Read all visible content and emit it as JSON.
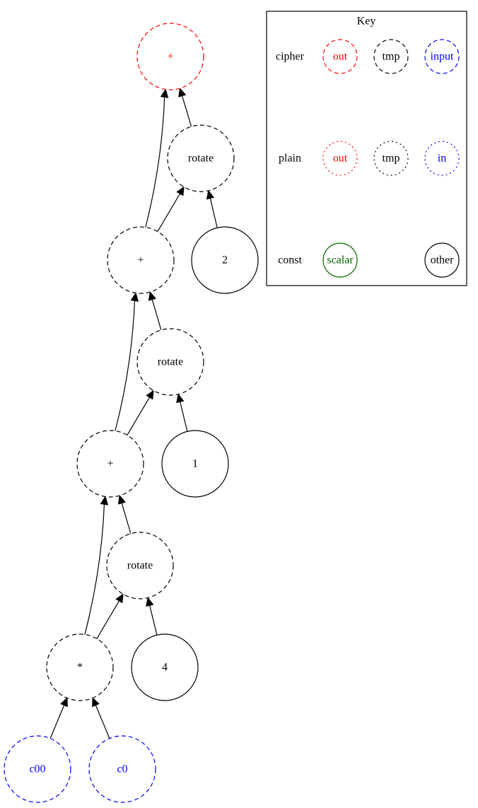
{
  "colors": {
    "output": "#ff0000",
    "temp": "#000000",
    "input": "#0000ff",
    "scalar": "#006400",
    "other": "#000000"
  },
  "graph": {
    "nodes": {
      "out_add": {
        "label": "+",
        "kind": "cipher",
        "role": "output"
      },
      "rot2": {
        "label": "rotate",
        "kind": "cipher",
        "role": "temp"
      },
      "const2": {
        "label": "2",
        "kind": "const",
        "role": "other"
      },
      "add2": {
        "label": "+",
        "kind": "cipher",
        "role": "temp"
      },
      "rot1": {
        "label": "rotate",
        "kind": "cipher",
        "role": "temp"
      },
      "const1": {
        "label": "1",
        "kind": "const",
        "role": "other"
      },
      "add1": {
        "label": "+",
        "kind": "cipher",
        "role": "temp"
      },
      "rot4": {
        "label": "rotate",
        "kind": "cipher",
        "role": "temp"
      },
      "const4": {
        "label": "4",
        "kind": "const",
        "role": "other"
      },
      "mul": {
        "label": "*",
        "kind": "cipher",
        "role": "temp"
      },
      "c00": {
        "label": "c00",
        "kind": "cipher",
        "role": "input"
      },
      "c0": {
        "label": "c0",
        "kind": "cipher",
        "role": "input"
      }
    },
    "edges": [
      {
        "from": "c00",
        "to": "mul"
      },
      {
        "from": "c0",
        "to": "mul"
      },
      {
        "from": "mul",
        "to": "add1"
      },
      {
        "from": "mul",
        "to": "rot4"
      },
      {
        "from": "const4",
        "to": "rot4"
      },
      {
        "from": "rot4",
        "to": "add1"
      },
      {
        "from": "add1",
        "to": "add2"
      },
      {
        "from": "add1",
        "to": "rot1"
      },
      {
        "from": "const1",
        "to": "rot1"
      },
      {
        "from": "rot1",
        "to": "add2"
      },
      {
        "from": "add2",
        "to": "out_add"
      },
      {
        "from": "add2",
        "to": "rot2"
      },
      {
        "from": "const2",
        "to": "rot2"
      },
      {
        "from": "rot2",
        "to": "out_add"
      }
    ]
  },
  "key": {
    "title": "Key",
    "rows": [
      {
        "label": "cipher",
        "items": [
          {
            "label": "out",
            "role": "output",
            "style": "dashed"
          },
          {
            "label": "tmp",
            "role": "temp",
            "style": "dashed"
          },
          {
            "label": "input",
            "role": "input",
            "style": "dashed"
          }
        ]
      },
      {
        "label": "plain",
        "items": [
          {
            "label": "out",
            "role": "output",
            "style": "dotted"
          },
          {
            "label": "tmp",
            "role": "temp",
            "style": "dotted"
          },
          {
            "label": "in",
            "role": "input",
            "style": "dotted"
          }
        ]
      },
      {
        "label": "const",
        "items": [
          {
            "label": "scalar",
            "role": "scalar",
            "style": "solid"
          },
          {
            "label": "other",
            "role": "other",
            "style": "solid"
          }
        ]
      }
    ]
  }
}
